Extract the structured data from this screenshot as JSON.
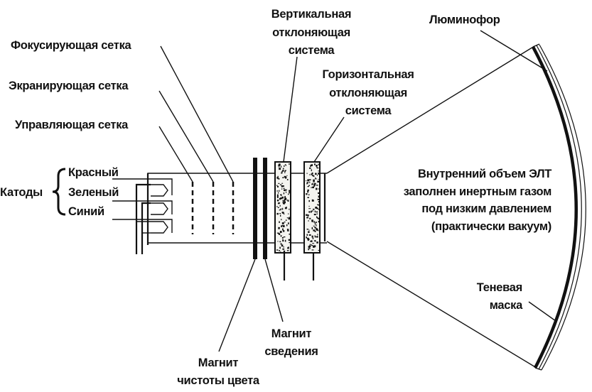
{
  "diagram": {
    "title": "Устройство цветного кинескопа (ЭЛТ)",
    "colors": {
      "ink": "#111111",
      "background": "#ffffff"
    },
    "labels": {
      "focusing_grid": "Фокусирующая сетка",
      "screen_grid": "Экранирующая сетка",
      "control_grid": "Управляющая сетка",
      "cathodes": "Катоды",
      "cathode_red": "Красный",
      "cathode_green": "Зеленый",
      "cathode_blue": "Синий",
      "vertical_deflection": [
        "Вертикальная",
        "отклоняющая",
        "система"
      ],
      "horizontal_deflection": [
        "Горизонтальная",
        "отклоняющая",
        "система"
      ],
      "phosphor": "Люминофор",
      "inner_volume": [
        "Внутренний объем ЭЛТ",
        "заполнен инертным газом",
        "под низким давлением",
        "(практически вакуум)"
      ],
      "shadow_mask": [
        "Теневая",
        "маска"
      ],
      "convergence_magnet": [
        "Магнит",
        "сведения"
      ],
      "purity_magnet": [
        "Магнит",
        "чистоты цвета"
      ]
    }
  }
}
